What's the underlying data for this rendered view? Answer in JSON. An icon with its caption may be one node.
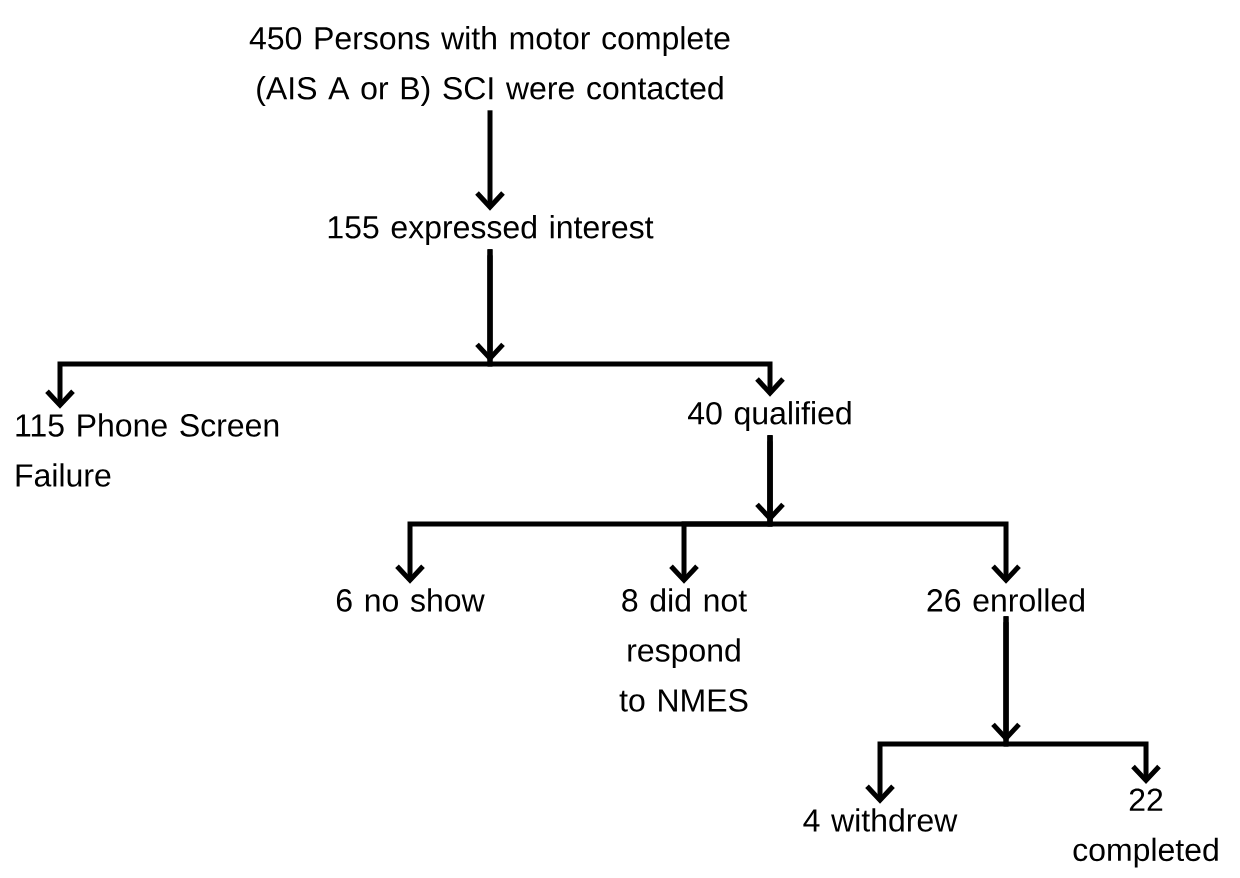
{
  "diagram": {
    "nodes": [
      {
        "text": [
          "450 Persons with motor complete (AIS A or B) SCI were contacted"
        ]
      },
      {
        "text": [
          "155 expressed interest"
        ]
      },
      {
        "text": [
          "115 Phone Screen Failure"
        ]
      },
      {
        "text": [
          "40 qualified"
        ]
      },
      {
        "text": [
          "6 no show"
        ]
      },
      {
        "text": [
          "8 did not respond to NMES"
        ]
      },
      {
        "text": [
          "26 enrolled"
        ]
      },
      {
        "text": [
          "4 withdrew"
        ]
      },
      {
        "text": [
          "22 completed"
        ]
      }
    ],
    "edges": [
      {
        "from": 0,
        "to": 1,
        "arrow": "to"
      },
      {
        "from": 1,
        "to": 2,
        "arrow": "to"
      },
      {
        "from": 1,
        "to": 3,
        "arrow": "to"
      },
      {
        "from": 3,
        "to": 4,
        "arrow": "to"
      },
      {
        "from": 3,
        "to": 5,
        "arrow": "to"
      },
      {
        "from": 3,
        "to": 6,
        "arrow": "to"
      },
      {
        "from": 6,
        "to": 7,
        "arrow": "to"
      },
      {
        "from": 6,
        "to": 8,
        "arrow": "to"
      }
    ]
  }
}
